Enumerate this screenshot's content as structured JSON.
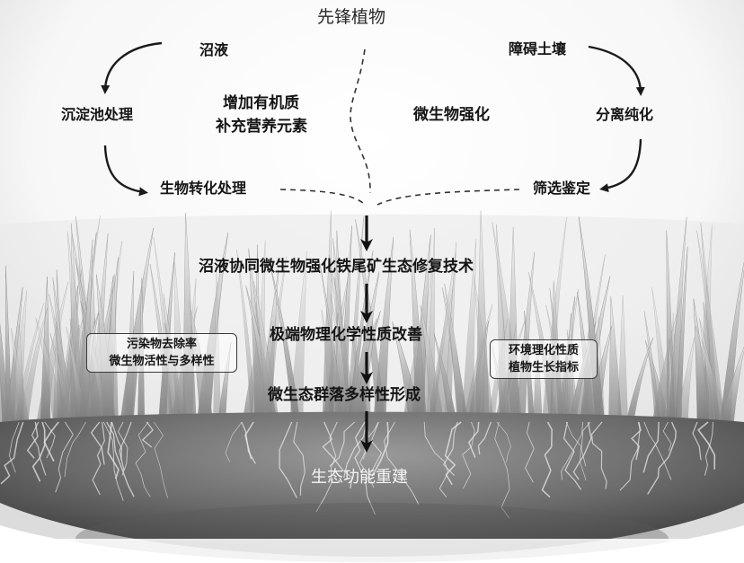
{
  "top_label": "先锋植物",
  "left_cycle": {
    "source": "沼液",
    "step1": "沉淀池处理",
    "step2": "生物转化处理"
  },
  "right_cycle": {
    "source": "障碍土壤",
    "step1": "分离纯化",
    "step2": "筛选鉴定"
  },
  "middle_left_effect": [
    "增加有机质",
    "补充营养元素"
  ],
  "middle_right_effect": "微生物强化",
  "core_technology": "沼液协同微生物强化铁尾矿生态修复技术",
  "flow_steps": [
    "极端物理化学性质改善",
    "微生态群落多样性形成"
  ],
  "final_label": "生态功能重建",
  "left_box": [
    "污染物去除率",
    "微生物活性与多样性"
  ],
  "right_box": [
    "环境理化性质",
    "植物生长指标"
  ]
}
